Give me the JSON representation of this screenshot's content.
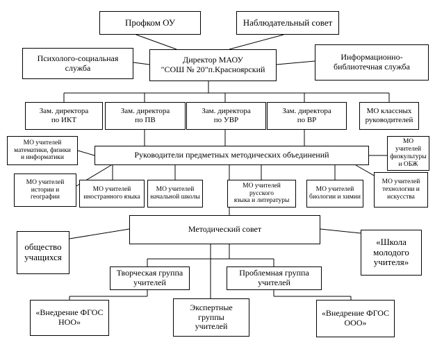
{
  "boxes": {
    "trade_union": "Профком ОУ",
    "supervisory_board": "Наблюдательный совет",
    "psych_social_service": "Психолого-социальная\nслужба",
    "director": "Директор МАОУ\n\"СОШ № 20\"п.Красноярский",
    "info_library_service": "Информационно-\nбиблиотечная служба",
    "deputy_ikt": "Зам. директора\nпо ИКТ",
    "deputy_pv": "Зам. директора\nпо ПВ",
    "deputy_uvr": "Зам. директора\nпо УВР",
    "deputy_vr": "Зам. директора\nпо ВР",
    "mo_class_leaders": "МО классных\nруководителей",
    "mo_math": "МО учителей\nматематики, физики\nи информатики",
    "heads_methodical": "Руководители предметных методических объединений",
    "mo_pe": "МО учителей\nфизкультуры\nи ОБЖ",
    "mo_history": "МО учителей\nистории и\nгеографии",
    "mo_foreign": "МО учителей\nиностранного языка",
    "mo_primary": "МО учителей\nначальной школы",
    "mo_russian": "МО учителей русского\nязыка и литературы",
    "mo_biology": "МО учителей\nбиологии и химии",
    "mo_technology": "МО учителей\nтехнологии и\nискусства",
    "methodical_council": "Методический совет",
    "student_society": "общество\nучащихся",
    "young_teacher_school": "«Школа\nмолодого\nучителя»",
    "creative_group": "Творческая группа\nучителей",
    "problem_group": "Проблемная группа\nучителей",
    "fgos_noo": "«Внедрение ФГОС\nНОО»",
    "expert_groups": "Экспертные группы\nучителей",
    "fgos_ooo": "«Внедрение ФГОС\nООО»"
  }
}
